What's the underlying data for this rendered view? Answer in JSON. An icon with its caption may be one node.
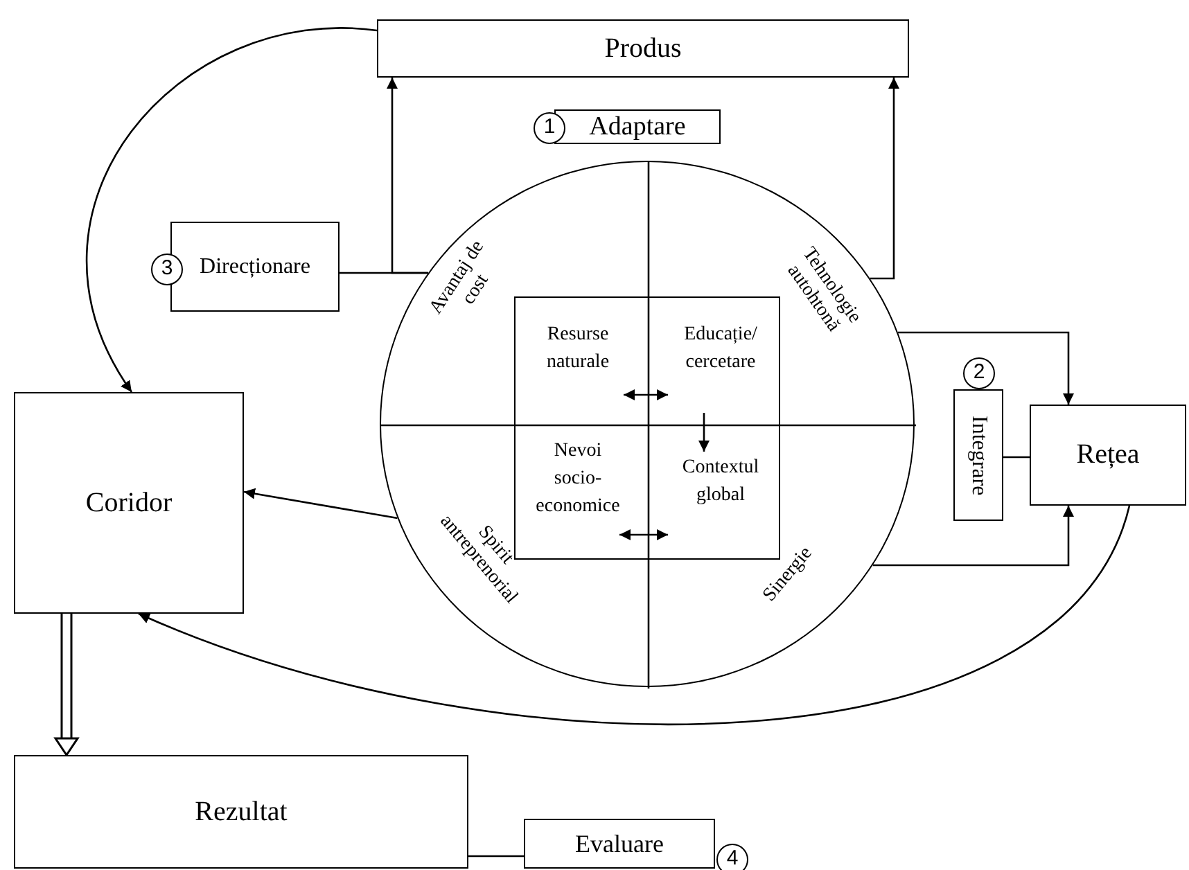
{
  "diagram": {
    "nodes": [
      {
        "text": [
          "Produs"
        ]
      },
      {
        "text": [
          "Adaptare"
        ],
        "beside": [
          "1"
        ]
      },
      {
        "text": [
          "Direcționare"
        ],
        "beside": [
          "3"
        ]
      },
      {
        "text": [
          "Avantaj de cost",
          "Tehnologie autohtonă",
          "Spirit antreprenorial",
          "Sinergie"
        ]
      },
      {
        "text": [],
        "shape": "box",
        "in": 3
      },
      {
        "text": [
          "Resurse naturale"
        ],
        "in": 4
      },
      {
        "text": [
          "Educație/ cercetare"
        ],
        "in": 4
      },
      {
        "text": [
          "Nevoi socio-economice"
        ],
        "in": 4
      },
      {
        "text": [
          "Contextul global"
        ],
        "in": 4
      },
      {
        "text": [
          "Integrare"
        ],
        "beside": [
          "2"
        ]
      },
      {
        "text": [
          "Rețea"
        ]
      },
      {
        "text": [
          "Coridor"
        ]
      },
      {
        "text": [
          "Rezultat"
        ]
      },
      {
        "text": [
          "Evaluare"
        ],
        "beside": [
          "4"
        ]
      }
    ],
    "edges": [
      {
        "from": 3,
        "to": 0,
        "arrow": "to"
      },
      {
        "from": 2,
        "to": 3,
        "arrow": "none"
      },
      {
        "from": 3,
        "to": 0,
        "arrow": "to"
      },
      {
        "from": 3,
        "to": 10,
        "arrow": "to"
      },
      {
        "from": 3,
        "to": 10,
        "arrow": "to"
      },
      {
        "from": 9,
        "to": 10,
        "arrow": "none"
      },
      {
        "from": 10,
        "to": 11,
        "arrow": "to"
      },
      {
        "from": 0,
        "to": 11,
        "arrow": "to"
      },
      {
        "from": 3,
        "to": 11,
        "arrow": "to"
      },
      {
        "from": 11,
        "to": 12,
        "arrow": "to",
        "style": "thick"
      },
      {
        "from": 12,
        "to": 13,
        "arrow": "none"
      },
      {
        "from": 5,
        "to": 6,
        "arrow": "both"
      },
      {
        "from": 6,
        "to": 8,
        "arrow": "to"
      },
      {
        "from": 7,
        "to": 8,
        "arrow": "both"
      }
    ]
  }
}
